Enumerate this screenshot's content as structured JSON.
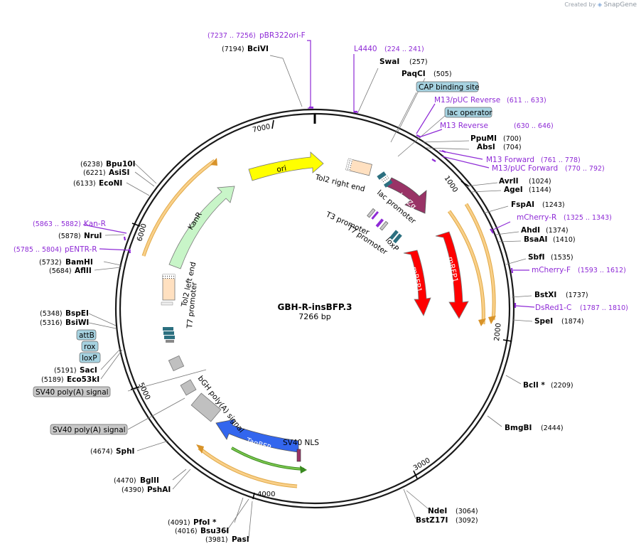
{
  "credit": {
    "prefix": "Created by",
    "brand": "SnapGene"
  },
  "plasmid": {
    "name": "GBH-R-insBFP.3",
    "size_label": "7266 bp"
  },
  "tick_labels": [
    "1000",
    "2000",
    "3000",
    "4000",
    "5000",
    "6000",
    "7000"
  ],
  "colors": {
    "ring": "#1a1a1a",
    "primer": "#8e2ad6",
    "yellow": "#ffff00",
    "green_light": "#c8f5c8",
    "red": "#ff0000",
    "blue": "#3366ee",
    "lacz": "#993366",
    "orange": "#f5c47a",
    "grey_box": "#c0c0c0",
    "blue_box": "#a6d2e0",
    "peach": "#ffe0c0",
    "teal": "#2c7080"
  },
  "enzymes": [
    {
      "name": "BciVI",
      "pos": "(7194)"
    },
    {
      "name": "SwaI",
      "pos": "(257)"
    },
    {
      "name": "PaqCI",
      "pos": "(505)"
    },
    {
      "name": "PpuMI",
      "pos": "(700)"
    },
    {
      "name": "AbsI",
      "pos": "(704)"
    },
    {
      "name": "AvrII",
      "pos": "(1024)"
    },
    {
      "name": "AgeI",
      "pos": "(1144)"
    },
    {
      "name": "FspAI",
      "pos": "(1243)"
    },
    {
      "name": "AhdI",
      "pos": "(1374)"
    },
    {
      "name": "BsaAI",
      "pos": "(1410)"
    },
    {
      "name": "SbfI",
      "pos": "(1535)"
    },
    {
      "name": "BstXI",
      "pos": "(1737)"
    },
    {
      "name": "SpeI",
      "pos": "(1874)"
    },
    {
      "name": "BclI *",
      "pos": "(2209)"
    },
    {
      "name": "BmgBI",
      "pos": "(2444)"
    },
    {
      "name": "NdeI",
      "pos": "(3064)"
    },
    {
      "name": "BstZ17I",
      "pos": "(3092)"
    },
    {
      "name": "PfoI *",
      "pos": "(4091)"
    },
    {
      "name": "Bsu36I",
      "pos": "(4016)"
    },
    {
      "name": "PasI",
      "pos": "(3981)"
    },
    {
      "name": "BglII",
      "pos": "(4470)"
    },
    {
      "name": "PshAI",
      "pos": "(4390)"
    },
    {
      "name": "SphI",
      "pos": "(4674)"
    },
    {
      "name": "SacI",
      "pos": "(5191)"
    },
    {
      "name": "Eco53kI",
      "pos": "(5189)"
    },
    {
      "name": "BspEI",
      "pos": "(5348)"
    },
    {
      "name": "BsiWI",
      "pos": "(5316)"
    },
    {
      "name": "BamHI",
      "pos": "(5732)"
    },
    {
      "name": "AflII",
      "pos": "(5684)"
    },
    {
      "name": "NruI",
      "pos": "(5878)"
    },
    {
      "name": "Bpu10I",
      "pos": "(6238)"
    },
    {
      "name": "AsiSI",
      "pos": "(6221)"
    },
    {
      "name": "EcoNI",
      "pos": "(6133)"
    }
  ],
  "primers": [
    {
      "name": "pBR322ori-F",
      "pos": "(7237 .. 7256)"
    },
    {
      "name": "L4440",
      "pos": "(224 .. 241)"
    },
    {
      "name": "M13/pUC Reverse",
      "pos": "(611 .. 633)"
    },
    {
      "name": "M13 Reverse",
      "pos": "(630 .. 646)"
    },
    {
      "name": "M13 Forward",
      "pos": "(761 .. 778)"
    },
    {
      "name": "M13/pUC Forward",
      "pos": "(770 .. 792)"
    },
    {
      "name": "mCherry-R",
      "pos": "(1325 .. 1343)"
    },
    {
      "name": "mCherry-F",
      "pos": "(1593 .. 1612)"
    },
    {
      "name": "DsRed1-C",
      "pos": "(1787 .. 1810)"
    },
    {
      "name": "Kan-R",
      "pos": "(5863 .. 5882)"
    },
    {
      "name": "pENTR-R",
      "pos": "(5785 .. 5804)"
    }
  ],
  "boxed_labels": {
    "cap": "CAP binding site",
    "lacop": "lac operator",
    "attb": "attB",
    "rox": "rox",
    "loxp": "loxP",
    "sv40a": "SV40 poly(A) signal",
    "sv40b": "SV40 poly(A) signal"
  },
  "features": {
    "ori": "ori",
    "kanr": "KanR",
    "lacza": "lacZα",
    "mrfp1_inner": "mRFP1",
    "mrfp1_outer": "mRFP1",
    "tagbfp": "TagBFP",
    "tol2_right": "Tol2 right end",
    "lac_promoter": "lac promoter",
    "t3_promoter": "T3 promoter",
    "t7_promoter_inner": "T7 promoter",
    "loxp_inner": "loxP",
    "tol2_left": "Tol2 left end",
    "t7_promoter_left": "T7 promoter",
    "bgh": "bGH poly(A) signal",
    "sv40_nls": "SV40 NLS"
  }
}
